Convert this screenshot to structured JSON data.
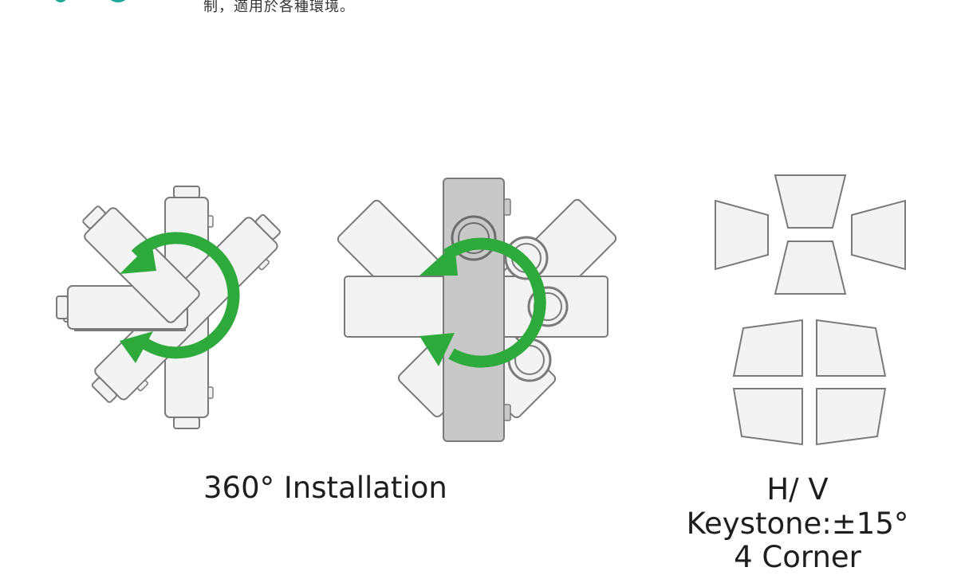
{
  "header": {
    "text_fragment": "制，適用於各種環境。"
  },
  "features": {
    "installation": {
      "label": "360° Installation"
    },
    "keystone": {
      "lines": [
        "H/ V",
        "Keystone:±15°",
        "4 Corner"
      ]
    }
  },
  "colors": {
    "accent_green": "#2eaa3c",
    "brand_teal": "#1fa898",
    "projector_light": "#f3f3f3",
    "projector_dark": "#c8c8c8",
    "outline": "#7a7a7a"
  }
}
